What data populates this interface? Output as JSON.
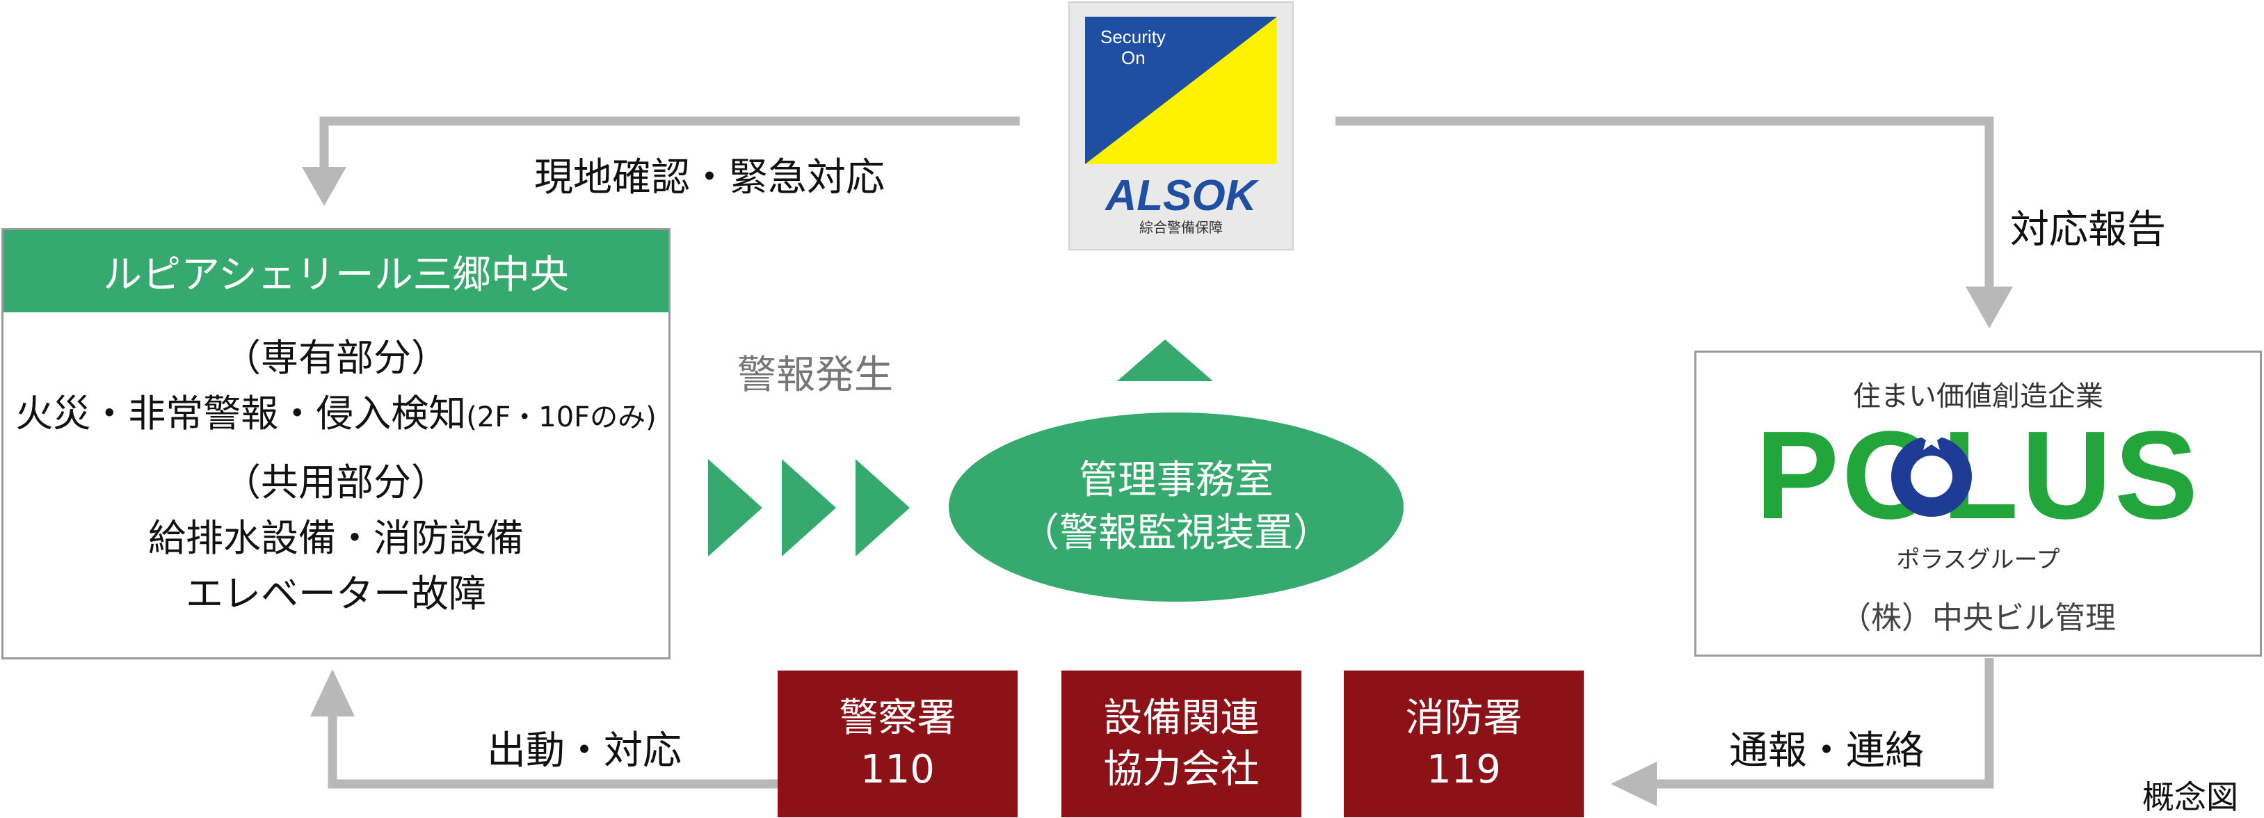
{
  "labels": {
    "onsite": "現地確認・緊急対応",
    "report": "対応報告",
    "alarm": "警報発生",
    "dispatch": "出動・対応",
    "notify": "通報・連絡",
    "concept": "概念図"
  },
  "alsok": {
    "security_on_1": "Security",
    "security_on_2": "On",
    "brand": "ALSOK",
    "sub": "綜合警備保障"
  },
  "building": {
    "title": "ルピアシェリール三郷中央",
    "private_head": "（専有部分）",
    "private_body": "火災・非常警報・侵入検知",
    "private_note": "(2F・10Fのみ)",
    "common_head": "（共用部分）",
    "common_body_1": "給排水設備・消防設備",
    "common_body_2": "エレベーター故障"
  },
  "office": {
    "line1": "管理事務室",
    "line2": "（警報監視装置）"
  },
  "polus": {
    "tagline": "住まい価値創造企業",
    "logo": "POLUS",
    "group": "ポラスグループ",
    "company": "（株）中央ビル管理"
  },
  "responders": [
    {
      "line1": "警察署",
      "line2": "110"
    },
    {
      "line1": "設備関連",
      "line2": "協力会社"
    },
    {
      "line1": "消防署",
      "line2": "119"
    }
  ],
  "colors": {
    "green": "#36a96e",
    "red": "#8c1218",
    "arrow_gray": "#b8b8b8",
    "alsok_blue": "#1e4fa2",
    "alsok_yellow": "#fff200",
    "polus_green": "#22a53b",
    "polus_blue": "#1e3c96"
  }
}
